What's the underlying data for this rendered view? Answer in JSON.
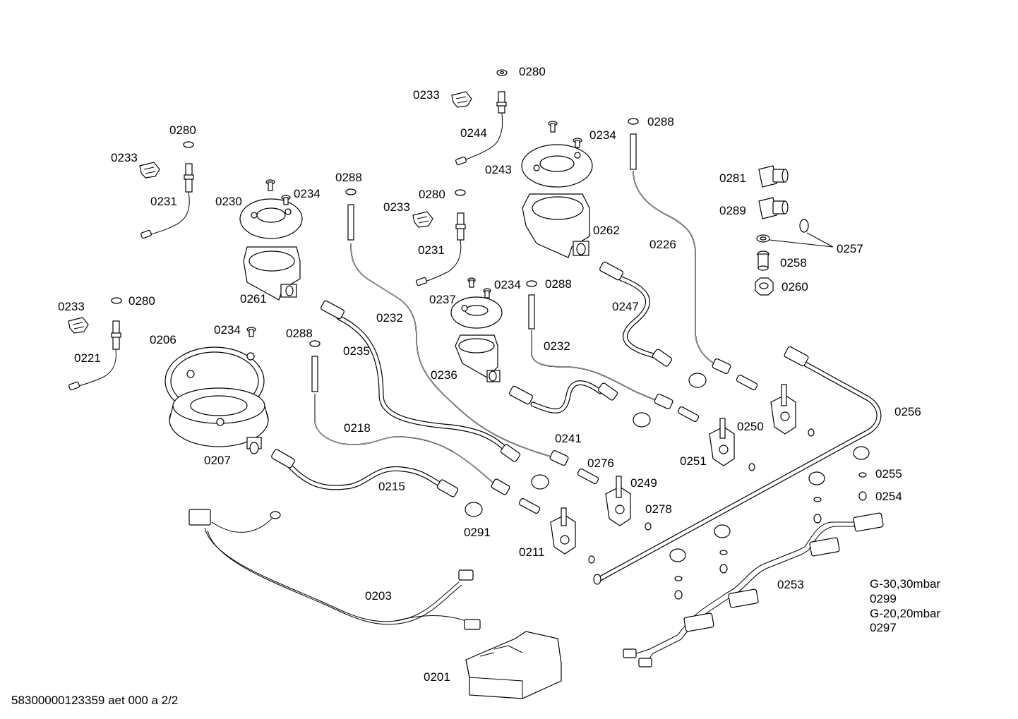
{
  "labels": {
    "p0280_a": "0280",
    "p0233_a": "0233",
    "p0244": "0244",
    "p0280_b": "0280",
    "p0233_b": "0233",
    "p0231_a": "0231",
    "p0230": "0230",
    "p0234_a": "0234",
    "p0261": "0261",
    "p0288_a": "0288",
    "p0233_c": "0233",
    "p0280_c": "0280",
    "p0231_b": "0231",
    "p0232_a": "0232",
    "p0234_b": "0234",
    "p0288_b": "0288",
    "p0243": "0243",
    "p0262": "0262",
    "p0226": "0226",
    "p0281": "0281",
    "p0289": "0289",
    "p0257": "0257",
    "p0258": "0258",
    "p0260": "0260",
    "p0233_d": "0233",
    "p0280_d": "0280",
    "p0221": "0221",
    "p0206": "0206",
    "p0234_c": "0234",
    "p0207": "0207",
    "p0288_c": "0288",
    "p0235": "0235",
    "p0237": "0237",
    "p0234_d": "0234",
    "p0288_d": "0288",
    "p0236": "0236",
    "p0232_b": "0232",
    "p0247": "0247",
    "p0256": "0256",
    "p0218": "0218",
    "p0241": "0241",
    "p0250": "0250",
    "p0251": "0251",
    "p0276": "0276",
    "p0249": "0249",
    "p0278": "0278",
    "p0255": "0255",
    "p0254": "0254",
    "p0215": "0215",
    "p0291": "0291",
    "p0211": "0211",
    "p0253": "0253",
    "p0203": "0203",
    "p0201": "0201"
  },
  "gas_variants": {
    "g30_label": "G-30,30mbar",
    "g30_code": "0299",
    "g20_label": "G-20,20mbar",
    "g20_code": "0297"
  },
  "footer": {
    "document_id": "58300000123359 aet 000 a 2/2"
  }
}
